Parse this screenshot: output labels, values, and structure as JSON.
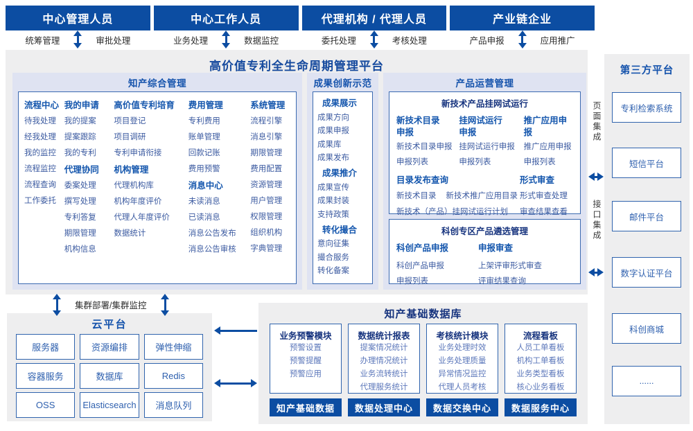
{
  "colors": {
    "primary": "#0c4da2",
    "section_bg": "#dfe3f2",
    "panel_bg": "#eeeeef",
    "border_blue": "#3a69b0",
    "header_blue": "#1456ad",
    "item_blue": "#3c5ba1"
  },
  "top_groups": [
    {
      "title": "中心管理人员",
      "left": "统筹管理",
      "right": "审批处理"
    },
    {
      "title": "中心工作人员",
      "left": "业务处理",
      "right": "数据监控"
    },
    {
      "title": "代理机构 / 代理人员",
      "left": "委托处理",
      "right": "考核处理"
    },
    {
      "title": "产业链企业",
      "left": "产品申报",
      "right": "应用推广"
    }
  ],
  "platform": {
    "title": "高价值专利全生命周期管理平台",
    "ipm": {
      "title": "知产综合管理",
      "columns": [
        [
          {
            "header": "流程中心",
            "items": [
              "待我处理",
              "经我处理",
              "我的监控",
              "流程监控",
              "流程查询",
              "工作委托"
            ]
          }
        ],
        [
          {
            "header": "我的申请",
            "items": [
              "我的提案",
              "提案跟踪",
              "我的专利"
            ]
          },
          {
            "header": "代理协同",
            "items": [
              "委案处理",
              "撰写处理",
              "专利答复",
              "期限管理",
              "机构信息"
            ]
          }
        ],
        [
          {
            "header": "高价值专利培育",
            "items": [
              "项目登记",
              "项目调研",
              "专利申请衔接"
            ]
          },
          {
            "header": "机构管理",
            "items": [
              "代理机构库",
              "机构年度评价",
              "代理人年度评价",
              "数据统计"
            ]
          }
        ],
        [
          {
            "header": "费用管理",
            "items": [
              "专利费用",
              "账单管理",
              "回款记账",
              "费用预警"
            ]
          },
          {
            "header": "消息中心",
            "items": [
              "未读消息",
              "已读消息",
              "消息公告发布",
              "消息公告审核"
            ]
          }
        ],
        [
          {
            "header": "系统管理",
            "items": [
              "流程引擎",
              "消息引擎",
              "期限管理",
              "费用配置",
              "资源管理",
              "用户管理",
              "权限管理",
              "组织机构",
              "字典管理"
            ]
          }
        ]
      ]
    },
    "achievement": {
      "title": "成果创新示范",
      "blocks": [
        {
          "header": "成果展示",
          "items": [
            "成果方向",
            "成果申报",
            "成果库",
            "成果发布"
          ]
        },
        {
          "header": "成果推介",
          "items": [
            "成果宣传",
            "成果封装",
            "支持政策"
          ]
        },
        {
          "header": "转化撮合",
          "items": [
            "意向征集",
            "撮合服务",
            "转化备案"
          ]
        }
      ]
    },
    "product": {
      "title": "产品运营管理",
      "box1": {
        "title": "新技术产品挂网试运行",
        "columns": [
          {
            "header": "新技术目录\n申报",
            "items": [
              "新技术目录申报",
              "申报列表"
            ]
          },
          {
            "header": "挂网试运行\n申报",
            "items": [
              "挂网试运行申报",
              "申报列表"
            ]
          },
          {
            "header": "推广应用申报",
            "items": [
              "推广应用申报",
              "申报列表"
            ]
          }
        ],
        "bottom_left": {
          "header": "目录发布查询",
          "row1": [
            "新技术目录",
            "新技术推广应用目录"
          ],
          "row2": "新技术（产品）挂网试运行计划"
        },
        "bottom_right": {
          "header": "形式审查",
          "items": [
            "形式审查处理",
            "审查结果查看"
          ]
        }
      },
      "box2": {
        "title": "科创专区产品遴选管理",
        "columns": [
          {
            "header": "科创产品申报",
            "items": [
              "科创产品申报",
              "申报列表"
            ]
          },
          {
            "header": "申报审查",
            "items": [
              "上架评审形式审查",
              "评审结果查询"
            ]
          }
        ]
      }
    }
  },
  "integration": {
    "page": "页面集成",
    "api": "接口集成"
  },
  "cluster_label": "集群部署/集群监控",
  "cloud": {
    "title": "云平台",
    "boxes": [
      "服务器",
      "资源编排",
      "弹性伸缩",
      "容器服务",
      "数据库",
      "Redis",
      "OSS",
      "Elasticsearch",
      "消息队列"
    ]
  },
  "database": {
    "title": "知产基础数据库",
    "columns": [
      {
        "header": "业务预警模块",
        "items": [
          "预警设置",
          "预警提醒",
          "预警应用"
        ],
        "bar": "知产基础数据"
      },
      {
        "header": "数据统计报表",
        "items": [
          "提案情况统计",
          "办理情况统计",
          "业务流转统计",
          "代理服务统计"
        ],
        "bar": "数据处理中心"
      },
      {
        "header": "考核统计模块",
        "items": [
          "业务处理时效",
          "业务处理质量",
          "异常情况监控",
          "代理人员考核"
        ],
        "bar": "数据交换中心"
      },
      {
        "header": "流程看板",
        "items": [
          "人员工单看板",
          "机构工单看板",
          "业务类型看板",
          "核心业务看板"
        ],
        "bar": "数据服务中心"
      }
    ]
  },
  "third_party": {
    "title": "第三方平台",
    "boxes": [
      "专利检索系统",
      "短信平台",
      "邮件平台",
      "数字认证平台",
      "科创商城",
      "......"
    ]
  }
}
